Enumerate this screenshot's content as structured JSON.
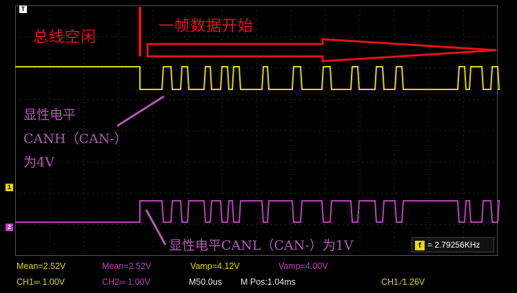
{
  "annotations": {
    "bus_idle": "总线空闲",
    "frame_start": "一帧数据开始",
    "canh_line1": "显性电平",
    "canh_line2": "CANH（CAN-）",
    "canh_line3": "为4V",
    "canl": "显性电平CANL（CAN-）为1V"
  },
  "markers": {
    "trigger": "T",
    "ch1": "1",
    "ch2": "2"
  },
  "frequency": {
    "icon": "f",
    "value": "= 2.79256KHz"
  },
  "measurements": {
    "ch1_mean": "Mean=2.52V",
    "ch2_mean": "Mean=2.52V",
    "ch1_vamp": "Vamp=4.12V",
    "ch2_vamp": "Vamp=4.00V"
  },
  "status": {
    "ch1_scale": "CH1═ 1.00V",
    "ch2_scale": "CH2═ 1.00V",
    "timebase": "M50.0us",
    "mpos": "M Pos:1.04ms",
    "trigger": "CH1 ∕1.26V"
  },
  "colors": {
    "ch1": "#e6d800",
    "ch2": "#c040c0",
    "annotation_red": "#e8101a",
    "annotation_pink": "#b45ab4"
  }
}
